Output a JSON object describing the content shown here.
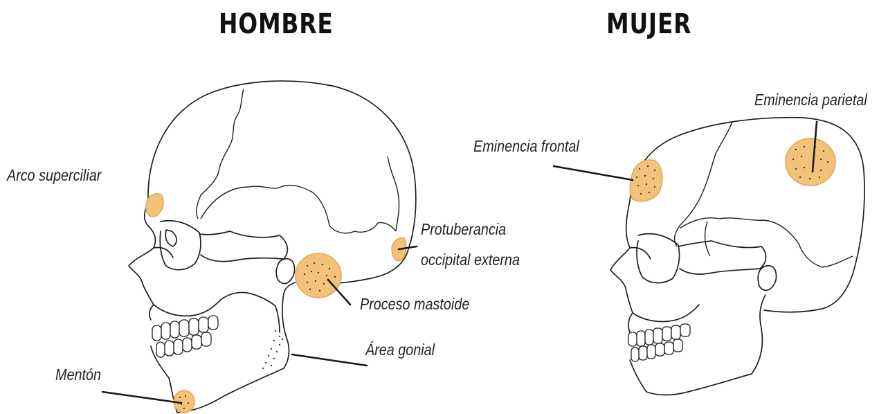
{
  "titles": {
    "male": "HOMBRE",
    "female": "MUJER"
  },
  "labels": {
    "arco_superciliar": "Arco superciliar",
    "protuberancia_line1": "Protuberancia",
    "protuberancia_line2": "occipital externa",
    "proceso_mastoide": "Proceso mastoide",
    "area_gonial": "Área gonial",
    "menton": "Mentón",
    "eminencia_frontal": "Eminencia frontal",
    "eminencia_parietal": "Eminencia parietal"
  },
  "colors": {
    "highlight": "#f3c27a",
    "highlight_stroke": "#e0a556",
    "line": "#1e1e1e",
    "text": "#222222"
  }
}
